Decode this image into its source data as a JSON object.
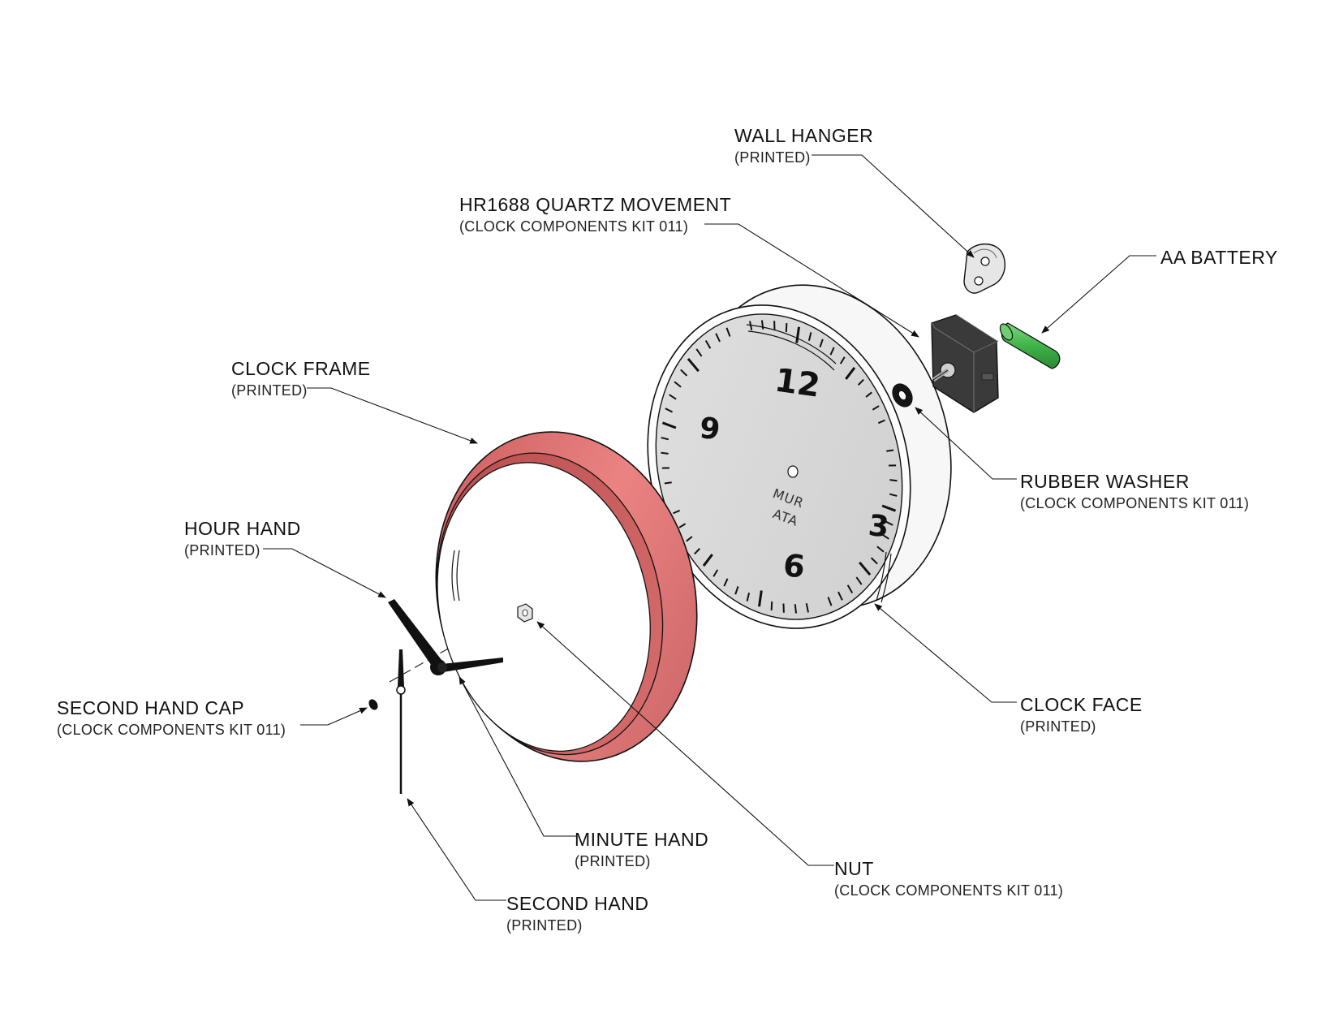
{
  "parts": {
    "wall_hanger": {
      "name": "WALL HANGER",
      "sub": "(PRINTED)"
    },
    "quartz_movement": {
      "name": "HR1688 QUARTZ MOVEMENT",
      "sub": "(CLOCK COMPONENTS KIT 011)"
    },
    "aa_battery": {
      "name": "AA BATTERY"
    },
    "clock_frame": {
      "name": "CLOCK FRAME",
      "sub": "(PRINTED)"
    },
    "rubber_washer": {
      "name": "RUBBER WASHER",
      "sub": "(CLOCK COMPONENTS KIT 011)"
    },
    "hour_hand": {
      "name": "HOUR HAND",
      "sub": "(PRINTED)"
    },
    "second_hand_cap": {
      "name": "SECOND HAND CAP",
      "sub": "(CLOCK COMPONENTS KIT 011)"
    },
    "clock_face": {
      "name": "CLOCK FACE",
      "sub": "(PRINTED)"
    },
    "minute_hand": {
      "name": "MINUTE HAND",
      "sub": "(PRINTED)"
    },
    "nut": {
      "name": "NUT",
      "sub": "(CLOCK COMPONENTS KIT 011)"
    },
    "second_hand": {
      "name": "SECOND HAND",
      "sub": "(PRINTED)"
    }
  },
  "dial": {
    "n12": "12",
    "n9": "9",
    "n3": "3",
    "n6": "6",
    "brand_line1": "MUR",
    "brand_line2": "ATA"
  },
  "colors": {
    "frame": "#e07878",
    "battery": "#3fb34a",
    "movement": "#2a2a2a",
    "face": "#d8d8d8"
  }
}
